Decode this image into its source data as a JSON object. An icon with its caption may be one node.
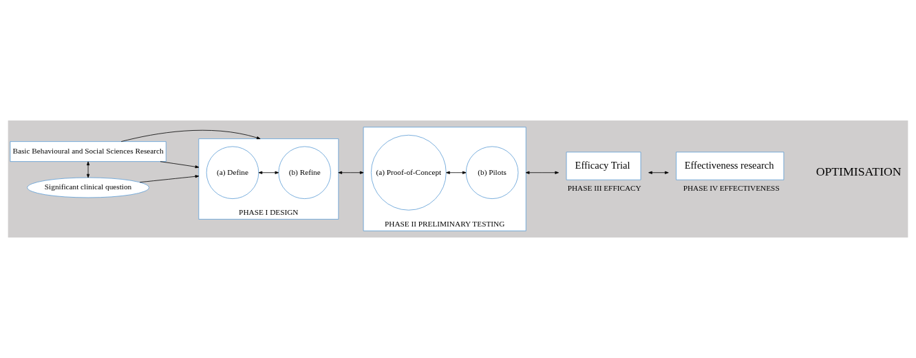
{
  "diagram": {
    "nodes": [
      {
        "text": [
          "Basic Behavioural and Social Sciences Research"
        ]
      },
      {
        "text": [
          "Significant clinical question"
        ]
      },
      {
        "text": [
          "PHASE I DESIGN"
        ]
      },
      {
        "text": [
          "(a) Define"
        ],
        "in": 2
      },
      {
        "text": [
          "(b) Refine"
        ],
        "in": 2
      },
      {
        "text": [
          "PHASE II PRELIMINARY TESTING"
        ]
      },
      {
        "text": [
          "(a) Proof-of-Concept"
        ],
        "in": 5
      },
      {
        "text": [
          "(b) Pilots"
        ],
        "in": 5
      },
      {
        "text": [
          "Efficacy Trial",
          "PHASE III EFFICACY"
        ]
      },
      {
        "text": [
          "Effectiveness research",
          "PHASE IV EFFECTIVENESS"
        ]
      }
    ],
    "edges": [
      {
        "from": 0,
        "to": 1,
        "arrow": "both"
      },
      {
        "from": 0,
        "to": 2,
        "arrow": "to"
      },
      {
        "from": 0,
        "to": 2,
        "arrow": "to"
      },
      {
        "from": 1,
        "to": 2,
        "arrow": "to"
      },
      {
        "from": 3,
        "to": 4,
        "arrow": "both"
      },
      {
        "from": 2,
        "to": 5,
        "arrow": "both"
      },
      {
        "from": 6,
        "to": 7,
        "arrow": "both"
      },
      {
        "from": 5,
        "to": 8,
        "arrow": "both"
      },
      {
        "from": 8,
        "to": 9,
        "arrow": "both"
      }
    ],
    "labels": [
      "OPTIMISATION"
    ]
  }
}
